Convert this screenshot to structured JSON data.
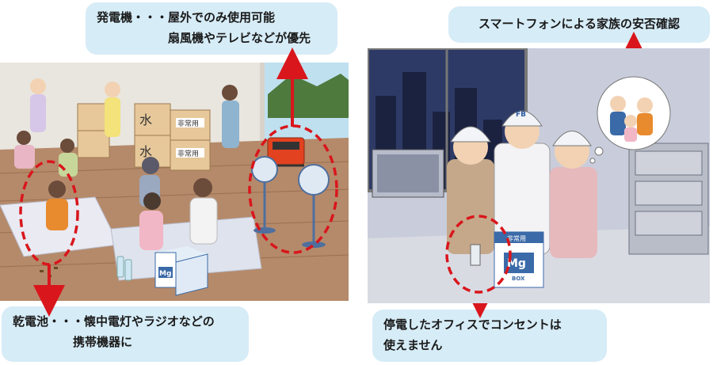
{
  "callouts": {
    "generator": {
      "line1": "発電機・・・屋外でのみ使用可能",
      "line2": "扇風機やテレビなどが優先"
    },
    "smartphone": {
      "line1": "スマートフォンによる家族の安否確認"
    },
    "batteries": {
      "line1": "乾電池・・・懐中電灯やラジオなどの",
      "line2": "携帯機器に"
    },
    "office": {
      "line1": "停電したオフィスでコンセントは",
      "line2": "使えません"
    }
  },
  "box_labels": {
    "water": "水",
    "emergency_food": "非常用",
    "mg_box_brand": "Mg",
    "mg_box_sub": "BOX",
    "mg_box_top": "非常用",
    "helmet_mark": "FB"
  },
  "colors": {
    "callout_bg": "#d6ecf7",
    "arrow_red": "#d9161c",
    "dashed_red": "#d9161c"
  }
}
